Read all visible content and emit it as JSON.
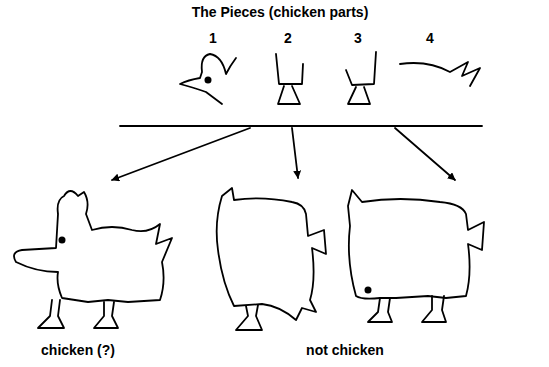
{
  "diagram": {
    "title": "The Pieces (chicken parts)",
    "labels": [
      "1",
      "2",
      "3",
      "4",
      "chicken (?)",
      "not chicken"
    ]
  }
}
